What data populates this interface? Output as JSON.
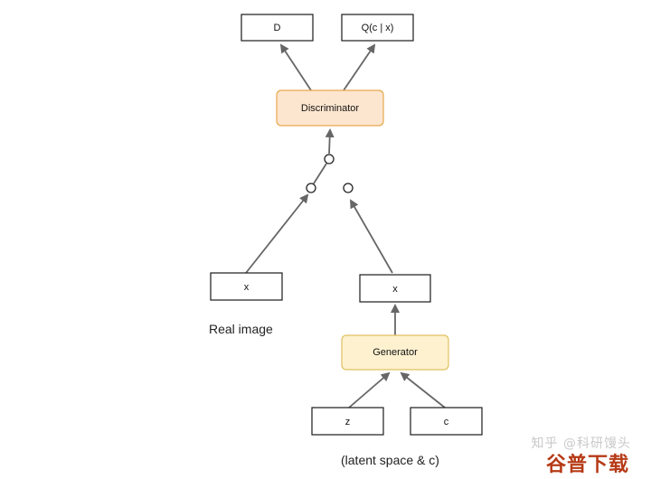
{
  "nodes": {
    "d_output": "D",
    "q_output": "Q(c | x)",
    "discriminator": "Discriminator",
    "real_x": "x",
    "fake_x": "x",
    "generator": "Generator",
    "z_input": "z",
    "c_input": "c"
  },
  "captions": {
    "real_image": "Real image",
    "latent": "(latent space & c)"
  },
  "watermark": {
    "line1": "知乎 @科研馒头",
    "line2": "谷普下载"
  },
  "colors": {
    "discriminator_fill": "#fde6cf",
    "discriminator_border": "#e8a84c",
    "generator_fill": "#fdf1cf",
    "generator_border": "#e0c060",
    "arrow": "#666666"
  }
}
